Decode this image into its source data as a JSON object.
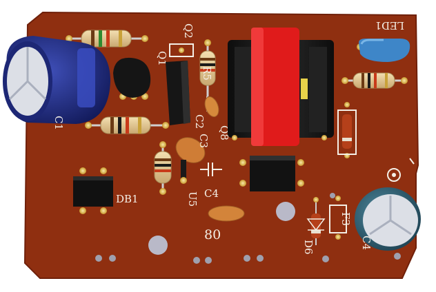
{
  "scene": {
    "board_color": "#8f2f10",
    "silkscreen_color": "#f4efe6",
    "transformer_bobbin_color": "#e01b1b",
    "labels": {
      "q2": "Q2",
      "q1": "Q1",
      "c2": "C2",
      "c3": "C3",
      "c4_mid": "C4",
      "u5": "U5",
      "db1": "DB1",
      "num_80": "80",
      "d6": "D6",
      "f3": "F3",
      "c4_right": "C4",
      "led1": "LED1",
      "q8": "Q8",
      "r5": "R5",
      "big_cap_label": "C1"
    }
  }
}
